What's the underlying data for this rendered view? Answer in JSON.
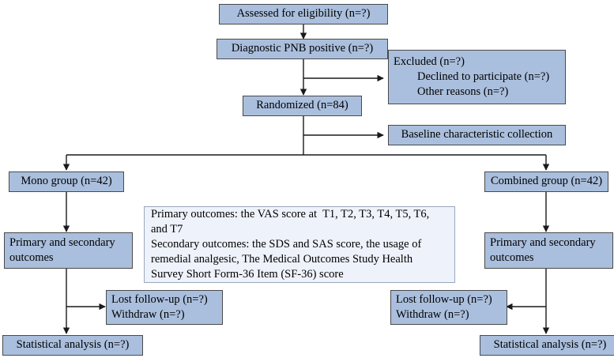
{
  "diagram": {
    "title": "Study flow diagram",
    "type": "consort-flowchart",
    "colors": {
      "node_fill": "#aabfdd",
      "node_border": "#4a4a4a",
      "pale_fill": "#eef2fa",
      "pale_border": "#9aa7bd",
      "edge": "#1a1a1a",
      "background": "#ffffff"
    }
  },
  "nodes": {
    "assessed": {
      "label": "Assessed for eligibility (n=?)"
    },
    "diagnostic": {
      "label": "Diagnostic PNB positive (n=?)"
    },
    "excluded": {
      "line1": "Excluded (n=?)",
      "line2": "Declined to participate (n=?)",
      "line3": "Other reasons (n=?)"
    },
    "randomized": {
      "label": "Randomized (n=84)"
    },
    "baseline": {
      "label": "Baseline characteristic collection"
    },
    "mono_group": {
      "label": "Mono group (n=42)"
    },
    "combined_group": {
      "label": "Combined group (n=42)"
    },
    "outcomes_detail": {
      "line1": "Primary outcomes: the VAS score at  T1, T2, T3, T4, T5, T6,",
      "line2": "and T7",
      "line3": "Secondary outcomes: the SDS and SAS score, the usage of",
      "line4": "remedial analgesic, The Medical Outcomes Study Health",
      "line5": "Survey Short Form-36 Item (SF-36) score"
    },
    "outcomes_left": {
      "line1": "Primary and secondary",
      "line2": "outcomes"
    },
    "outcomes_right": {
      "line1": "Primary and secondary",
      "line2": "outcomes"
    },
    "lost_left": {
      "line1": "Lost follow-up (n=?)",
      "line2": "Withdraw (n=?)"
    },
    "lost_right": {
      "line1": "Lost follow-up (n=?)",
      "line2": "Withdraw (n=?)"
    },
    "analysis_left": {
      "label": "Statistical analysis (n=?)"
    },
    "analysis_right": {
      "label": "Statistical analysis (n=?)"
    }
  }
}
